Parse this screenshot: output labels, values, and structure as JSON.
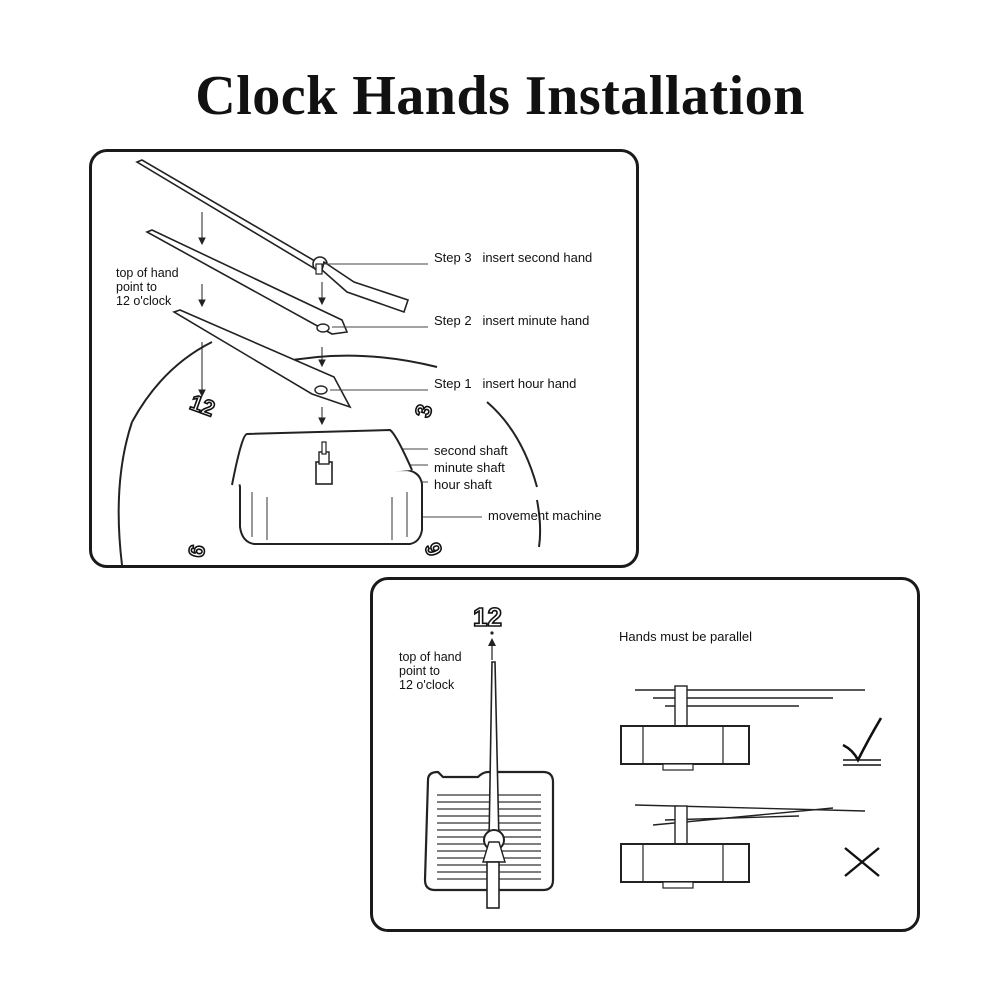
{
  "title": "Clock Hands Installation",
  "panel1": {
    "note": "top of hand\npoint to\n12 o'clock",
    "steps": [
      {
        "label": "Step 3",
        "text": "insert second hand"
      },
      {
        "label": "Step 2",
        "text": "insert minute hand"
      },
      {
        "label": "Step 1",
        "text": "insert hour hand"
      }
    ],
    "shafts": [
      "second shaft",
      "minute shaft",
      "hour shaft"
    ],
    "movement": "movement  machine",
    "numerals": {
      "twelve": "12",
      "three": "3",
      "six": "6",
      "nine": "9"
    }
  },
  "panel2": {
    "twelve": "12",
    "note": "top of hand\npoint to\n12 o'clock",
    "parallel": "Hands must be parallel"
  }
}
